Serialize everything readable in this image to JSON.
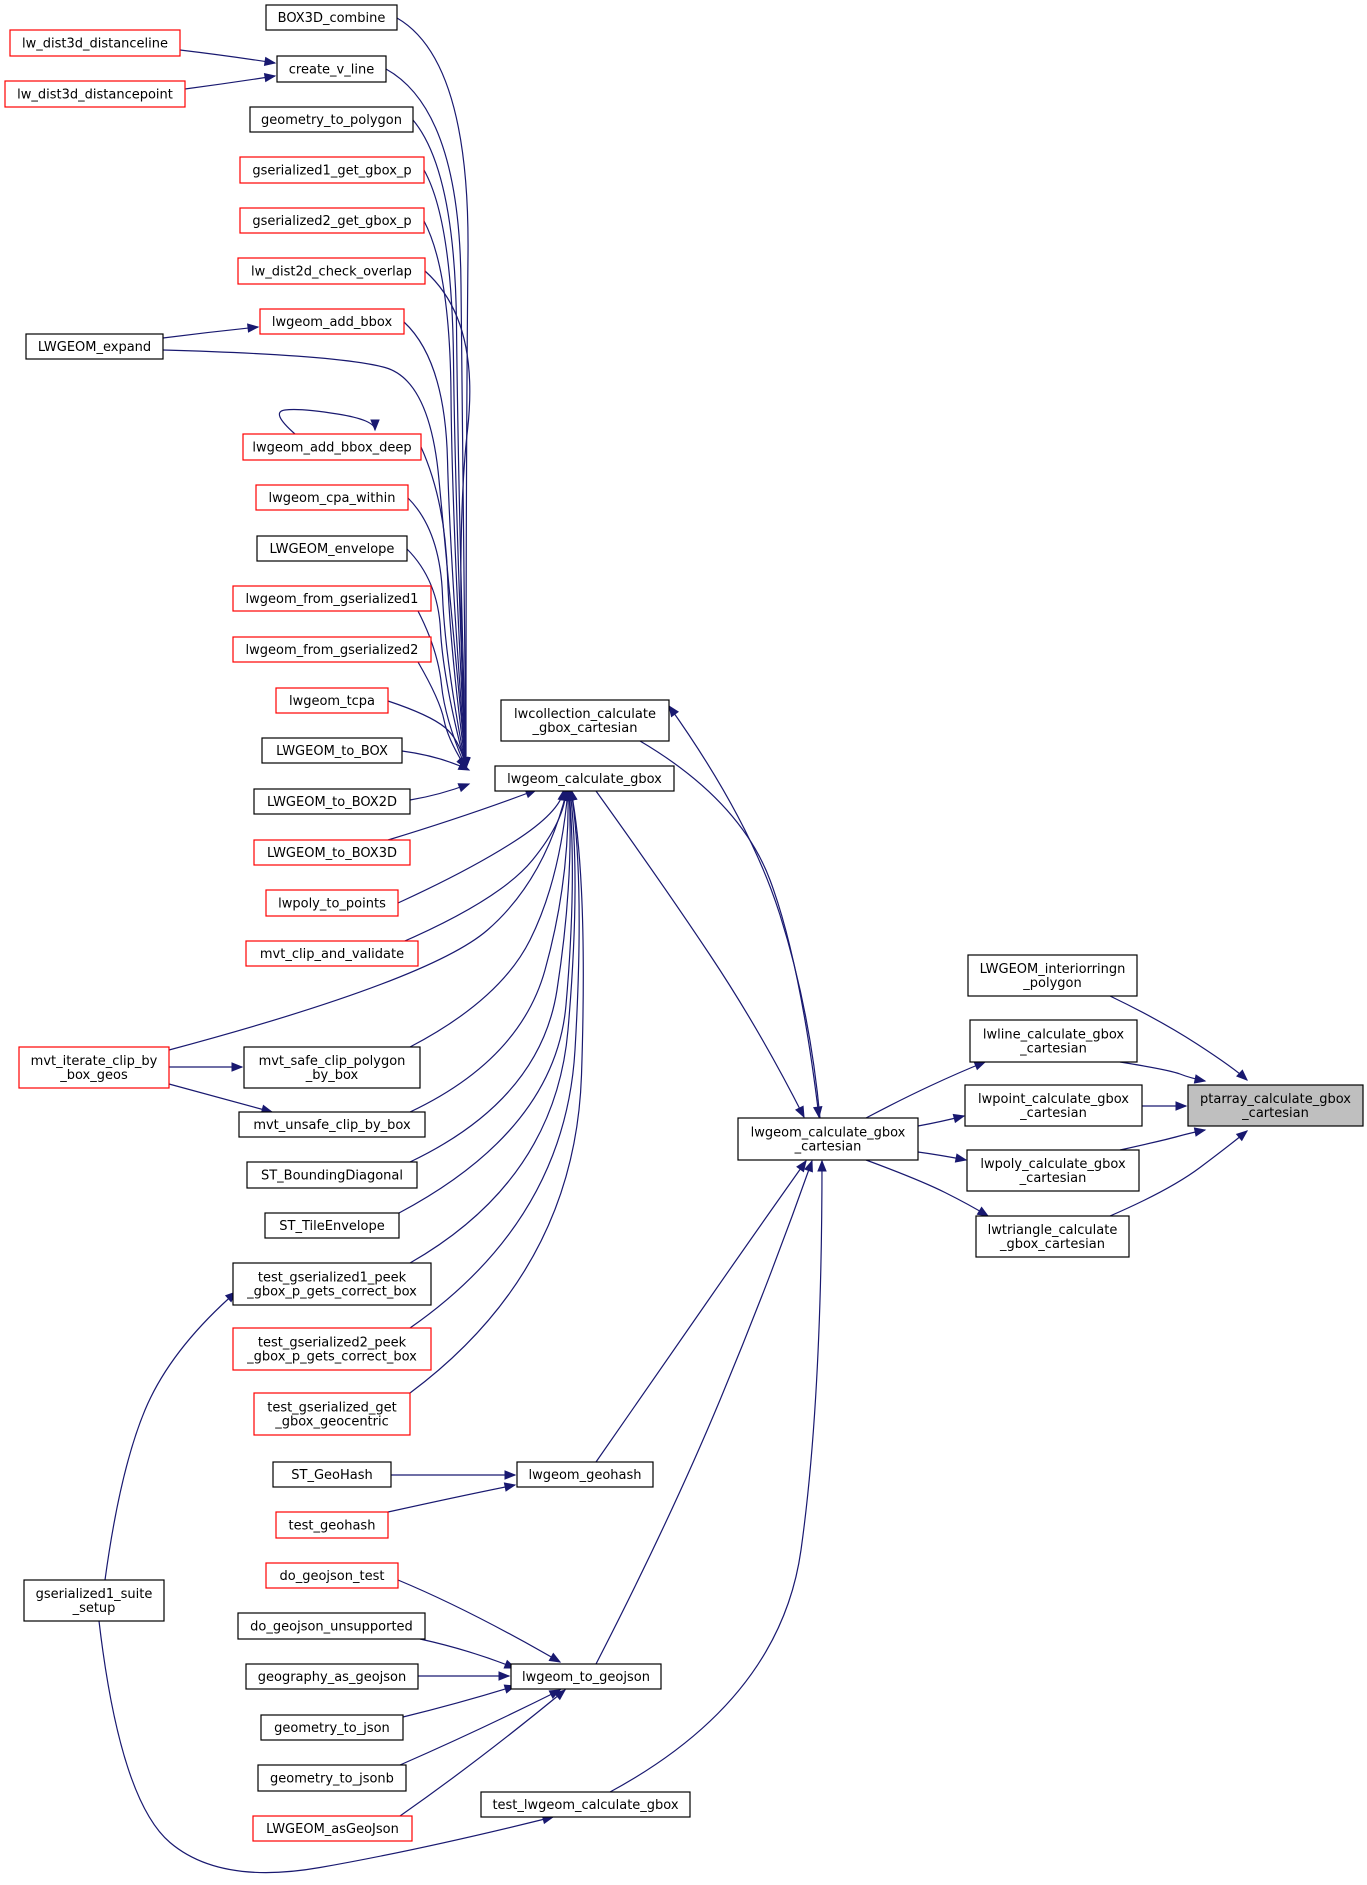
{
  "colors": {
    "edge": "#191970",
    "border_documented": "#000000",
    "border_undocumented": "#ff0000",
    "fill_default": "#ffffff",
    "fill_focus": "#bfbfbf"
  },
  "nodes": [
    {
      "id": "ptarray",
      "lines": [
        "ptarray_calculate_gbox",
        "_cartesian"
      ],
      "border": "black",
      "focus": true
    },
    {
      "id": "lwgeom_calc_gbox_cart",
      "lines": [
        "lwgeom_calculate_gbox",
        "_cartesian"
      ],
      "border": "black"
    },
    {
      "id": "lwline",
      "lines": [
        "lwline_calculate_gbox",
        "_cartesian"
      ],
      "border": "black"
    },
    {
      "id": "lwpoint",
      "lines": [
        "lwpoint_calculate_gbox",
        "_cartesian"
      ],
      "border": "black"
    },
    {
      "id": "lwpoly",
      "lines": [
        "lwpoly_calculate_gbox",
        "_cartesian"
      ],
      "border": "black"
    },
    {
      "id": "lwtriangle",
      "lines": [
        "lwtriangle_calculate",
        "_gbox_cartesian"
      ],
      "border": "black"
    },
    {
      "id": "interiorringn",
      "lines": [
        "LWGEOM_interiorringn",
        "_polygon"
      ],
      "border": "black"
    },
    {
      "id": "lwcollection",
      "lines": [
        "lwcollection_calculate",
        "_gbox_cartesian"
      ],
      "border": "black"
    },
    {
      "id": "lwgeom_calc_gbox",
      "lines": [
        "lwgeom_calculate_gbox"
      ],
      "border": "black"
    },
    {
      "id": "lwgeom_geohash",
      "lines": [
        "lwgeom_geohash"
      ],
      "border": "black"
    },
    {
      "id": "lwgeom_to_geojson",
      "lines": [
        "lwgeom_to_geojson"
      ],
      "border": "black"
    },
    {
      "id": "test_lwgeom_calc",
      "lines": [
        "test_lwgeom_calculate_gbox"
      ],
      "border": "black"
    },
    {
      "id": "box3d_combine",
      "lines": [
        "BOX3D_combine"
      ],
      "border": "black"
    },
    {
      "id": "create_v_line",
      "lines": [
        "create_v_line"
      ],
      "border": "black"
    },
    {
      "id": "geometry_to_polygon",
      "lines": [
        "geometry_to_polygon"
      ],
      "border": "black"
    },
    {
      "id": "gser1_get_gbox_p",
      "lines": [
        "gserialized1_get_gbox_p"
      ],
      "border": "red"
    },
    {
      "id": "gser2_get_gbox_p",
      "lines": [
        "gserialized2_get_gbox_p"
      ],
      "border": "red"
    },
    {
      "id": "lw_dist2d_check_overlap",
      "lines": [
        "lw_dist2d_check_overlap"
      ],
      "border": "red"
    },
    {
      "id": "lwgeom_add_bbox",
      "lines": [
        "lwgeom_add_bbox"
      ],
      "border": "red"
    },
    {
      "id": "lwgeom_add_bbox_deep",
      "lines": [
        "lwgeom_add_bbox_deep"
      ],
      "border": "red"
    },
    {
      "id": "lwgeom_cpa_within",
      "lines": [
        "lwgeom_cpa_within"
      ],
      "border": "red"
    },
    {
      "id": "lwgeom_envelope",
      "lines": [
        "LWGEOM_envelope"
      ],
      "border": "black"
    },
    {
      "id": "lwgeom_from_gser1",
      "lines": [
        "lwgeom_from_gserialized1"
      ],
      "border": "red"
    },
    {
      "id": "lwgeom_from_gser2",
      "lines": [
        "lwgeom_from_gserialized2"
      ],
      "border": "red"
    },
    {
      "id": "lwgeom_tcpa",
      "lines": [
        "lwgeom_tcpa"
      ],
      "border": "red"
    },
    {
      "id": "lwgeom_to_box",
      "lines": [
        "LWGEOM_to_BOX"
      ],
      "border": "black"
    },
    {
      "id": "lwgeom_to_box2d",
      "lines": [
        "LWGEOM_to_BOX2D"
      ],
      "border": "black"
    },
    {
      "id": "lwgeom_to_box3d",
      "lines": [
        "LWGEOM_to_BOX3D"
      ],
      "border": "red"
    },
    {
      "id": "lwpoly_to_points",
      "lines": [
        "lwpoly_to_points"
      ],
      "border": "red"
    },
    {
      "id": "mvt_clip_and_validate",
      "lines": [
        "mvt_clip_and_validate"
      ],
      "border": "red"
    },
    {
      "id": "mvt_safe_clip",
      "lines": [
        "mvt_safe_clip_polygon",
        "_by_box"
      ],
      "border": "black"
    },
    {
      "id": "mvt_unsafe_clip",
      "lines": [
        "mvt_unsafe_clip_by_box"
      ],
      "border": "black"
    },
    {
      "id": "st_boundingdiagonal",
      "lines": [
        "ST_BoundingDiagonal"
      ],
      "border": "black"
    },
    {
      "id": "st_tileenvelope",
      "lines": [
        "ST_TileEnvelope"
      ],
      "border": "black"
    },
    {
      "id": "test_gser1_peek",
      "lines": [
        "test_gserialized1_peek",
        "_gbox_p_gets_correct_box"
      ],
      "border": "black"
    },
    {
      "id": "test_gser2_peek",
      "lines": [
        "test_gserialized2_peek",
        "_gbox_p_gets_correct_box"
      ],
      "border": "red"
    },
    {
      "id": "test_gser_get_geocentric",
      "lines": [
        "test_gserialized_get",
        "_gbox_geocentric"
      ],
      "border": "red"
    },
    {
      "id": "st_geohash",
      "lines": [
        "ST_GeoHash"
      ],
      "border": "black"
    },
    {
      "id": "test_geohash",
      "lines": [
        "test_geohash"
      ],
      "border": "red"
    },
    {
      "id": "do_geojson_test",
      "lines": [
        "do_geojson_test"
      ],
      "border": "red"
    },
    {
      "id": "do_geojson_unsupported",
      "lines": [
        "do_geojson_unsupported"
      ],
      "border": "black"
    },
    {
      "id": "geography_as_geojson",
      "lines": [
        "geography_as_geojson"
      ],
      "border": "black"
    },
    {
      "id": "geometry_to_json",
      "lines": [
        "geometry_to_json"
      ],
      "border": "black"
    },
    {
      "id": "geometry_to_jsonb",
      "lines": [
        "geometry_to_jsonb"
      ],
      "border": "black"
    },
    {
      "id": "lwgeom_asgeojson",
      "lines": [
        "LWGEOM_asGeoJson"
      ],
      "border": "red"
    },
    {
      "id": "lw_dist3d_distanceline",
      "lines": [
        "lw_dist3d_distanceline"
      ],
      "border": "red"
    },
    {
      "id": "lw_dist3d_distancepoint",
      "lines": [
        "lw_dist3d_distancepoint"
      ],
      "border": "red"
    },
    {
      "id": "lwgeom_expand",
      "lines": [
        "LWGEOM_expand"
      ],
      "border": "black"
    },
    {
      "id": "mvt_iterate_clip",
      "lines": [
        "mvt_iterate_clip_by",
        "_box_geos"
      ],
      "border": "red"
    },
    {
      "id": "gser1_suite_setup",
      "lines": [
        "gserialized1_suite",
        "_setup"
      ],
      "border": "black"
    }
  ],
  "edges": [
    {
      "from": "interiorringn",
      "to": "ptarray"
    },
    {
      "from": "lwline",
      "to": "ptarray"
    },
    {
      "from": "lwpoint",
      "to": "ptarray"
    },
    {
      "from": "lwpoly",
      "to": "ptarray"
    },
    {
      "from": "lwtriangle",
      "to": "ptarray"
    },
    {
      "from": "lwgeom_calc_gbox_cart",
      "to": "lwline"
    },
    {
      "from": "lwgeom_calc_gbox_cart",
      "to": "lwpoint"
    },
    {
      "from": "lwgeom_calc_gbox_cart",
      "to": "lwpoly"
    },
    {
      "from": "lwgeom_calc_gbox_cart",
      "to": "lwtriangle"
    },
    {
      "from": "lwgeom_calc_gbox_cart",
      "to": "lwcollection"
    },
    {
      "from": "lwcollection",
      "to": "lwgeom_calc_gbox_cart"
    },
    {
      "from": "lwgeom_calc_gbox",
      "to": "lwgeom_calc_gbox_cart"
    },
    {
      "from": "lwgeom_geohash",
      "to": "lwgeom_calc_gbox_cart"
    },
    {
      "from": "lwgeom_to_geojson",
      "to": "lwgeom_calc_gbox_cart"
    },
    {
      "from": "test_lwgeom_calc",
      "to": "lwgeom_calc_gbox_cart"
    },
    {
      "from": "box3d_combine",
      "to": "lwgeom_calc_gbox"
    },
    {
      "from": "create_v_line",
      "to": "lwgeom_calc_gbox"
    },
    {
      "from": "geometry_to_polygon",
      "to": "lwgeom_calc_gbox"
    },
    {
      "from": "gser1_get_gbox_p",
      "to": "lwgeom_calc_gbox"
    },
    {
      "from": "gser2_get_gbox_p",
      "to": "lwgeom_calc_gbox"
    },
    {
      "from": "lw_dist2d_check_overlap",
      "to": "lwgeom_calc_gbox"
    },
    {
      "from": "lwgeom_add_bbox",
      "to": "lwgeom_calc_gbox"
    },
    {
      "from": "lwgeom_expand",
      "to": "lwgeom_calc_gbox"
    },
    {
      "from": "lwgeom_add_bbox_deep",
      "to": "lwgeom_calc_gbox"
    },
    {
      "from": "lwgeom_cpa_within",
      "to": "lwgeom_calc_gbox"
    },
    {
      "from": "lwgeom_envelope",
      "to": "lwgeom_calc_gbox"
    },
    {
      "from": "lwgeom_from_gser1",
      "to": "lwgeom_calc_gbox"
    },
    {
      "from": "lwgeom_from_gser2",
      "to": "lwgeom_calc_gbox"
    },
    {
      "from": "lwgeom_tcpa",
      "to": "lwgeom_calc_gbox"
    },
    {
      "from": "lwgeom_to_box",
      "to": "lwgeom_calc_gbox"
    },
    {
      "from": "lwgeom_to_box2d",
      "to": "lwgeom_calc_gbox"
    },
    {
      "from": "lwgeom_to_box3d",
      "to": "lwgeom_calc_gbox"
    },
    {
      "from": "lwpoly_to_points",
      "to": "lwgeom_calc_gbox"
    },
    {
      "from": "mvt_clip_and_validate",
      "to": "lwgeom_calc_gbox"
    },
    {
      "from": "mvt_iterate_clip",
      "to": "lwgeom_calc_gbox"
    },
    {
      "from": "mvt_safe_clip",
      "to": "lwgeom_calc_gbox"
    },
    {
      "from": "mvt_unsafe_clip",
      "to": "lwgeom_calc_gbox"
    },
    {
      "from": "st_boundingdiagonal",
      "to": "lwgeom_calc_gbox"
    },
    {
      "from": "st_tileenvelope",
      "to": "lwgeom_calc_gbox"
    },
    {
      "from": "test_gser1_peek",
      "to": "lwgeom_calc_gbox"
    },
    {
      "from": "test_gser2_peek",
      "to": "lwgeom_calc_gbox"
    },
    {
      "from": "test_gser_get_geocentric",
      "to": "lwgeom_calc_gbox"
    },
    {
      "from": "lw_dist3d_distanceline",
      "to": "create_v_line"
    },
    {
      "from": "lw_dist3d_distancepoint",
      "to": "create_v_line"
    },
    {
      "from": "lwgeom_expand",
      "to": "lwgeom_add_bbox"
    },
    {
      "from": "lwgeom_add_bbox_deep",
      "to": "lwgeom_add_bbox_deep"
    },
    {
      "from": "mvt_iterate_clip",
      "to": "mvt_safe_clip"
    },
    {
      "from": "mvt_iterate_clip",
      "to": "mvt_unsafe_clip"
    },
    {
      "from": "gser1_suite_setup",
      "to": "test_gser1_peek"
    },
    {
      "from": "gser1_suite_setup",
      "to": "test_lwgeom_calc"
    },
    {
      "from": "st_geohash",
      "to": "lwgeom_geohash"
    },
    {
      "from": "test_geohash",
      "to": "lwgeom_geohash"
    },
    {
      "from": "do_geojson_test",
      "to": "lwgeom_to_geojson"
    },
    {
      "from": "do_geojson_unsupported",
      "to": "lwgeom_to_geojson"
    },
    {
      "from": "geography_as_geojson",
      "to": "lwgeom_to_geojson"
    },
    {
      "from": "geometry_to_json",
      "to": "lwgeom_to_geojson"
    },
    {
      "from": "geometry_to_jsonb",
      "to": "lwgeom_to_geojson"
    },
    {
      "from": "lwgeom_asgeojson",
      "to": "lwgeom_to_geojson"
    }
  ]
}
